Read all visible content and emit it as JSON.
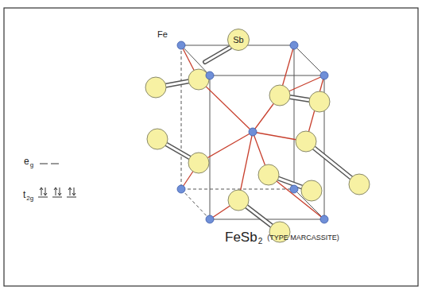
{
  "diagram": {
    "nodes": [
      {
        "text": [
          "Sb"
        ]
      }
    ],
    "labels": [
      "Fe",
      "e",
      "g",
      "t",
      "2g",
      "FeSb",
      "2",
      "(TYPE MARCASSITE)"
    ]
  }
}
